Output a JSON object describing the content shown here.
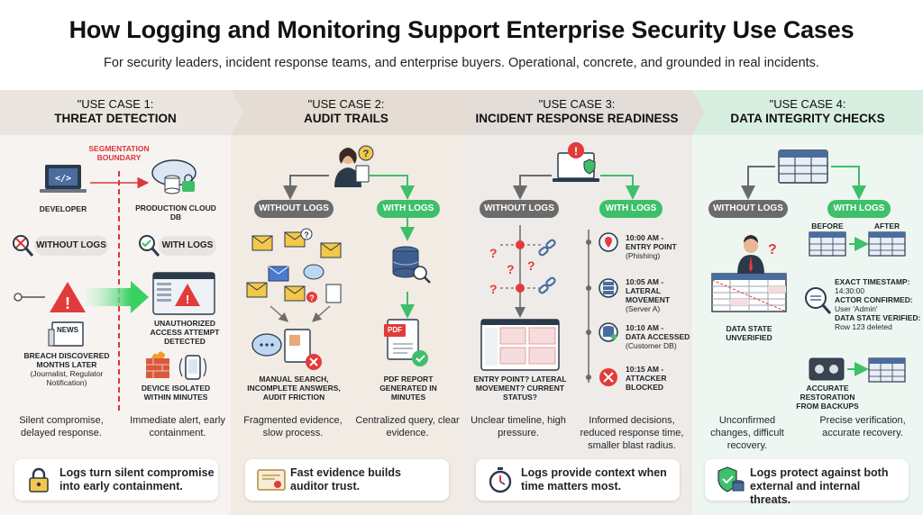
{
  "header": {
    "title": "How Logging and Monitoring Support Enterprise Security Use Cases",
    "subtitle": "For security leaders, incident response teams, and enterprise buyers. Operational, concrete, and grounded in real incidents."
  },
  "use_cases": [
    {
      "kicker": "\"USE CASE 1:",
      "title": "THREAT DETECTION",
      "without_label": "WITHOUT LOGS",
      "with_label": "WITH LOGS",
      "boundary_label": "SEGMENTATION BOUNDARY",
      "developer_label": "DEVELOPER",
      "db_label": "PRODUCTION CLOUD DB",
      "news_label": "NEWS",
      "breach_label": "BREACH DISCOVERED MONTHS LATER",
      "breach_sub": "(Journalist, Regulator Notification)",
      "alert_label": "UNAUTHORIZED ACCESS ATTEMPT DETECTED",
      "isolated_label": "DEVICE ISOLATED WITHIN MINUTES",
      "without_caption": "Silent compromise, delayed response.",
      "with_caption": "Immediate alert, early containment.",
      "card_text": "Logs turn silent compromise into early containment."
    },
    {
      "kicker": "\"USE CASE 2:",
      "title": "AUDIT TRAILS",
      "without_label": "WITHOUT LOGS",
      "with_label": "WITH LOGS",
      "pdf_label": "PDF",
      "manual_label": "MANUAL SEARCH, INCOMPLETE ANSWERS, AUDIT FRICTION",
      "report_label": "PDF REPORT GENERATED IN MINUTES",
      "without_caption": "Fragmented evidence, slow process.",
      "with_caption": "Centralized query, clear evidence.",
      "card_text": "Fast evidence builds auditor trust."
    },
    {
      "kicker": "\"USE CASE 3:",
      "title": "INCIDENT RESPONSE READINESS",
      "without_label": "WITHOUT LOGS",
      "with_label": "WITH LOGS",
      "questions_label": "ENTRY POINT? LATERAL MOVEMENT? CURRENT STATUS?",
      "timeline": [
        {
          "time": "10:00 AM -",
          "event": "ENTRY POINT",
          "detail": "(Phishing)"
        },
        {
          "time": "10:05 AM -",
          "event": "LATERAL MOVEMENT",
          "detail": "(Server A)"
        },
        {
          "time": "10:10 AM -",
          "event": "DATA ACCESSED",
          "detail": "(Customer DB)"
        },
        {
          "time": "10:15 AM -",
          "event": "ATTACKER BLOCKED",
          "detail": ""
        }
      ],
      "without_caption": "Unclear timeline, high pressure.",
      "with_caption": "Informed decisions, reduced response time, smaller blast radius.",
      "card_text": "Logs provide context when time matters most."
    },
    {
      "kicker": "\"USE CASE 4:",
      "title": "DATA INTEGRITY CHECKS",
      "without_label": "WITHOUT LOGS",
      "with_label": "WITH LOGS",
      "before_label": "BEFORE",
      "after_label": "AFTER",
      "timestamp_label": "EXACT TIMESTAMP:",
      "timestamp_value": "14:30:00",
      "actor_label": "ACTOR CONFIRMED:",
      "actor_value": "User 'Admin'",
      "state_label": "DATA STATE VERIFIED:",
      "state_value": "Row 123 deleted",
      "unverified_label": "DATA STATE UNVERIFIED",
      "restore_label": "ACCURATE RESTORATION FROM BACKUPS",
      "without_caption": "Unconfirmed changes, difficult recovery.",
      "with_caption": "Precise verification, accurate recovery.",
      "card_text": "Logs protect against both external and internal threats."
    }
  ],
  "colors": {
    "green": "#3ebf6a",
    "red": "#e23b3b",
    "dark_pill": "#6b6b6b",
    "navy": "#2b3a4a",
    "amber": "#f3c74a"
  }
}
